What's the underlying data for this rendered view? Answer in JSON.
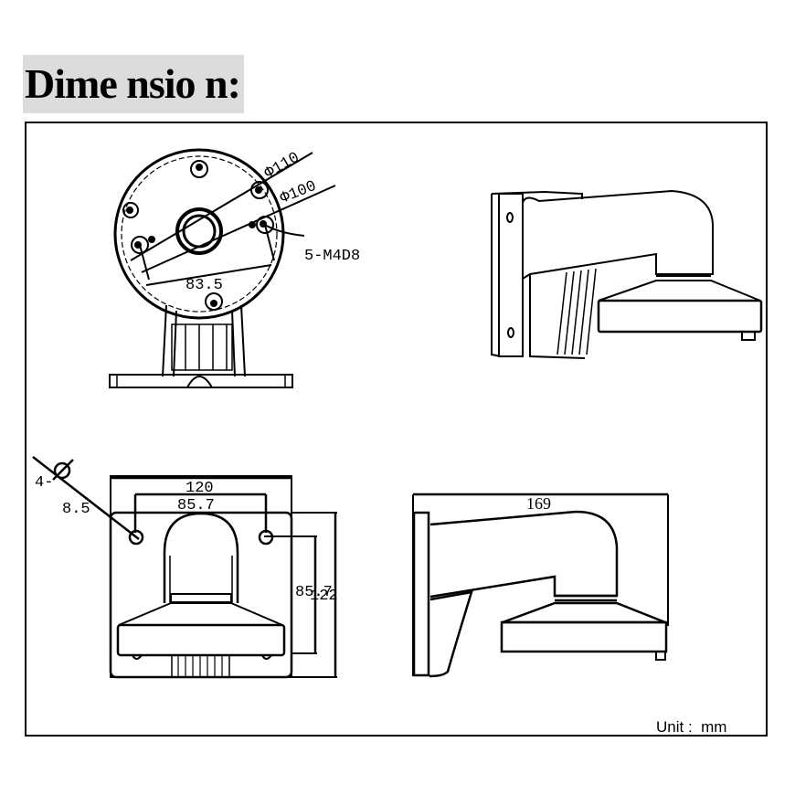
{
  "title": "Dime nsio n:",
  "unit_label": "Unit :  mm",
  "views": {
    "top": {
      "labels": {
        "outer_diameter": "Φ110",
        "inner_diameter": "Φ100",
        "screw_spec": "5-M4D8",
        "hole_spacing": "83.5"
      }
    },
    "front": {
      "labels": {
        "hole_count": "4-",
        "hole_symbol": "Φ",
        "hole_diameter": "8.5",
        "overall_width": "120",
        "hole_span_h": "85.7",
        "hole_span_v": "85.7",
        "overall_height": "122"
      }
    },
    "side": {
      "labels": {
        "overall_depth": "169"
      }
    },
    "perspective": {}
  }
}
